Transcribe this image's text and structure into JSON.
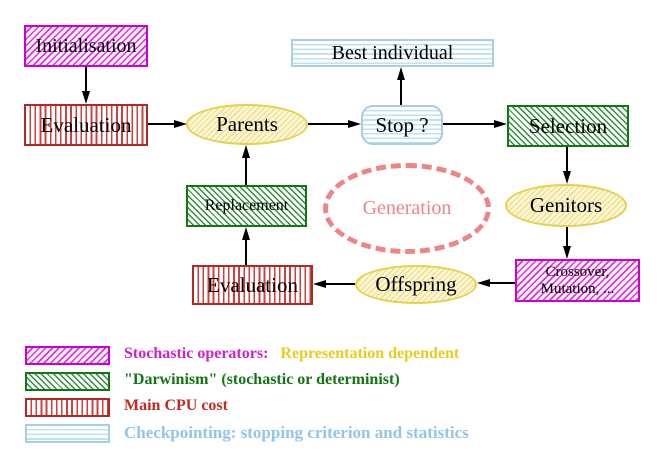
{
  "diagram": {
    "nodes": {
      "initialisation": "Initialisation",
      "evaluation_top": "Evaluation",
      "parents": "Parents",
      "best_individual": "Best individual",
      "stop": "Stop ?",
      "selection": "Selection",
      "replacement": "Replacement",
      "generation": "Generation",
      "genitors": "Genitors",
      "crossover_line1": "Crossover,",
      "crossover_line2": "Mutation, ...",
      "offspring": "Offspring",
      "evaluation_bottom": "Evaluation"
    },
    "legend": {
      "stochastic_label": "Stochastic operators:",
      "representation_label": "Representation dependent",
      "darwinism_label": "\"Darwinism\" (stochastic or determinist)",
      "cpu_label": "Main CPU cost",
      "checkpoint_label": "Checkpointing: stopping criterion and statistics",
      "swatch_names": [
        "magenta-diagonal-hatch",
        "green-diagonal-hatch",
        "red-vertical-stripes",
        "cyan-horizontal-stripes"
      ]
    },
    "colors": {
      "magenta": "#cf00cf",
      "green": "#117711",
      "red": "#bb2222",
      "cyan_border": "#a5cfe2",
      "cyan_text": "#92c5e8",
      "yellow_border": "#e6d14f",
      "gold_text": "#e9cc1e",
      "salmon": "#ee8585",
      "arrow": "#000000"
    }
  }
}
